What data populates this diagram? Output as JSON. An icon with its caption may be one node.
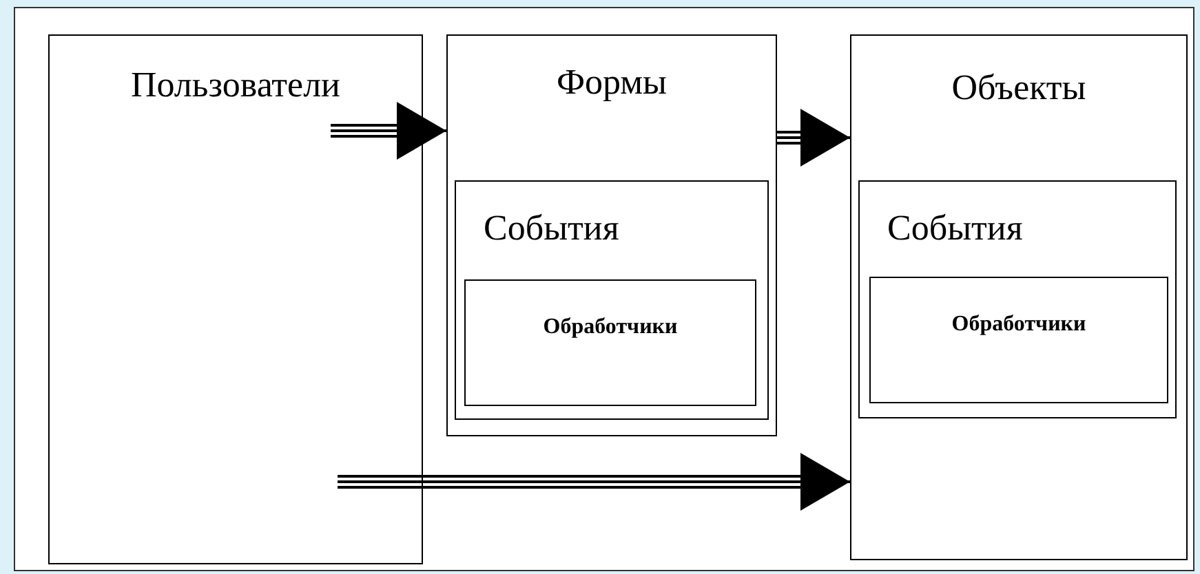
{
  "diagram": {
    "nodes": [
      {
        "text": [
          "Пользователи"
        ]
      },
      {
        "text": [
          "Формы"
        ]
      },
      {
        "text": [
          "События"
        ],
        "in": 1
      },
      {
        "text": [
          "Обработчики"
        ],
        "in": 2
      },
      {
        "text": [
          "Объекты"
        ]
      },
      {
        "text": [
          "События"
        ],
        "in": 4
      },
      {
        "text": [
          "Обработчики"
        ],
        "in": 5
      }
    ],
    "edges": [
      {
        "from": 0,
        "to": 1,
        "arrow": "to"
      },
      {
        "from": 1,
        "to": 4,
        "arrow": "to"
      },
      {
        "from": 0,
        "to": 4,
        "arrow": "to"
      }
    ]
  }
}
